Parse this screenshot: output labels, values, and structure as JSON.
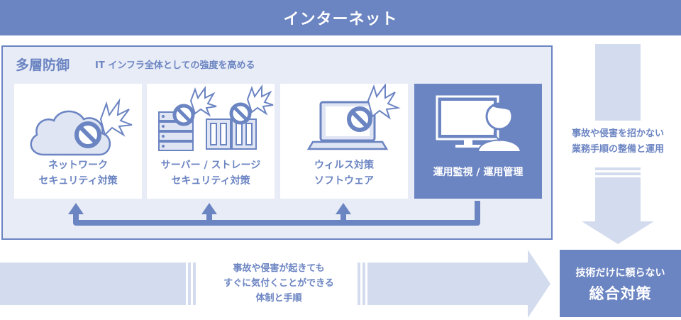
{
  "banner": {
    "label": "インターネット"
  },
  "panel": {
    "title": "多層防御",
    "subtitle": "IT インフラ全体としての強度を高める"
  },
  "cards": [
    {
      "line1": "ネットワーク",
      "line2": "セキュリティ対策",
      "icon": "cloud-icon"
    },
    {
      "line1": "サーバー / ストレージ",
      "line2": "セキュリティ対策",
      "icon": "server-storage-icon"
    },
    {
      "line1": "ウィルス対策",
      "line2": "ソフトウェア",
      "icon": "laptop-icon"
    },
    {
      "line1": "運用監視 / 運用管理",
      "icon": "operator-monitor-icon"
    }
  ],
  "side": {
    "line1": "事故や侵害を招かない",
    "line2": "業務手順の整備と運用"
  },
  "bottom": {
    "line1": "事故や侵害が起きても",
    "line2": "すぐに気付くことができる",
    "line3": "体制と手順"
  },
  "result": {
    "line1": "技術だけに頼らない",
    "line2": "総合対策"
  },
  "colors": {
    "primary": "#6b84c2",
    "light": "#e8ecf6",
    "arrow_light": "#d3dbee",
    "white": "#ffffff"
  }
}
